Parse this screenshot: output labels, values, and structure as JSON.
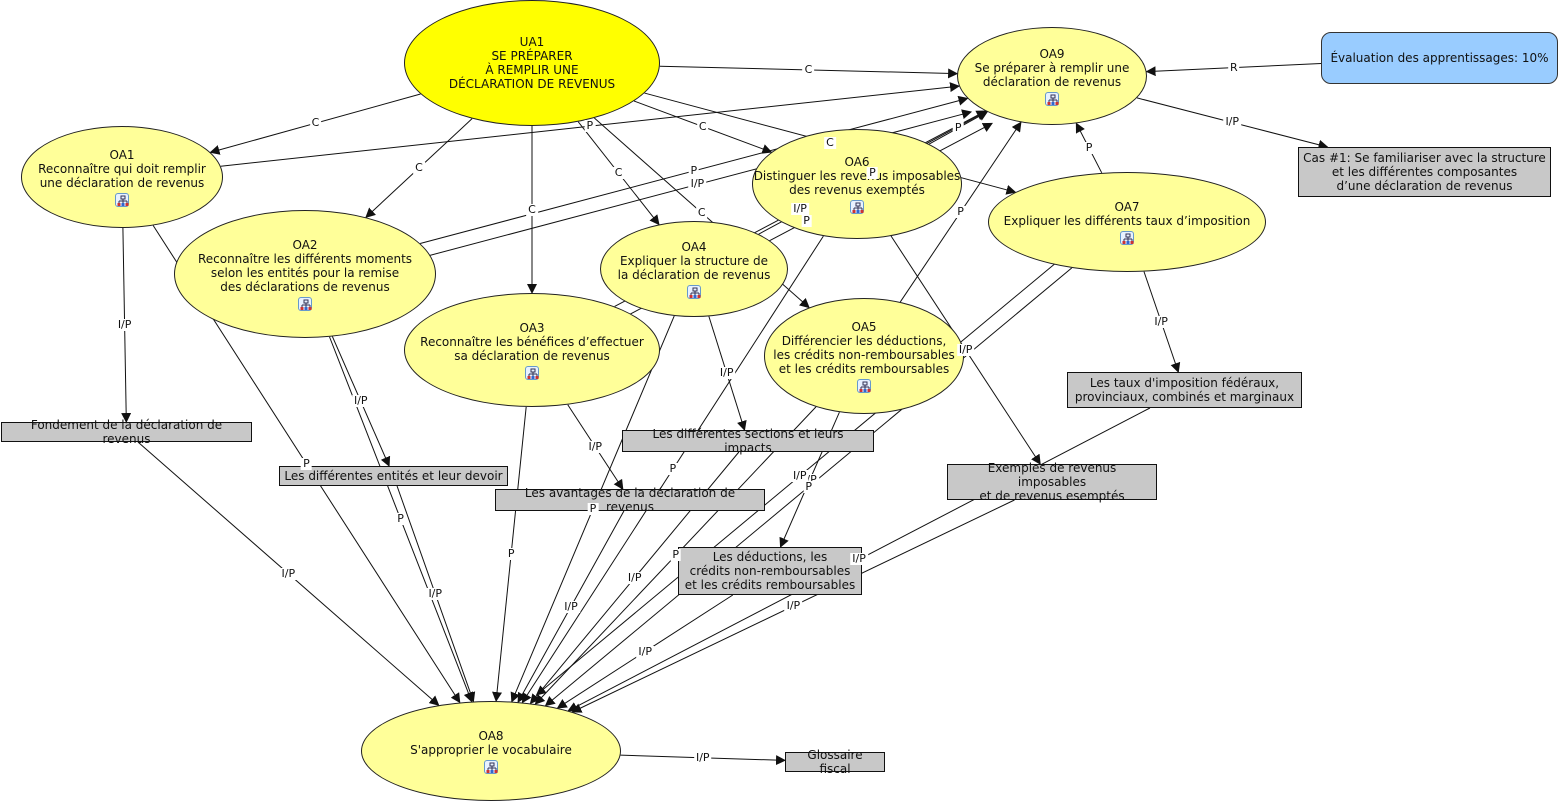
{
  "map": {
    "nodes": [
      {
        "id": "UA1",
        "kind": "root",
        "code": "UA1",
        "text": "SE PRÉPARER\nÀ REMPLIR UNE\nDÉCLARATION DE REVENUS",
        "submap": false
      },
      {
        "id": "OA9",
        "kind": "objective",
        "code": "OA9",
        "text": "Se préparer à remplir une\ndéclaration de revenus",
        "submap": true
      },
      {
        "id": "EVAL",
        "kind": "evaluation",
        "code": "",
        "text": "Évaluation des apprentissages: 10%",
        "submap": false
      },
      {
        "id": "CAS1",
        "kind": "resource",
        "code": "",
        "text": "Cas #1: Se familiariser avec la structure\net les différentes composantes\nd’une déclaration de revenus",
        "submap": false
      },
      {
        "id": "OA1",
        "kind": "objective",
        "code": "OA1",
        "text": "Reconnaître qui doit remplir\nune déclaration de revenus",
        "submap": true
      },
      {
        "id": "OA2",
        "kind": "objective",
        "code": "OA2",
        "text": "Reconnaître les différents moments\nselon les entités pour la remise\ndes déclarations de revenus",
        "submap": true
      },
      {
        "id": "OA3",
        "kind": "objective",
        "code": "OA3",
        "text": "Reconnaître les bénéfices d’effectuer\nsa déclaration de revenus",
        "submap": true
      },
      {
        "id": "OA4",
        "kind": "objective",
        "code": "OA4",
        "text": "Expliquer la structure de\nla déclaration de revenus",
        "submap": true
      },
      {
        "id": "OA5",
        "kind": "objective",
        "code": "OA5",
        "text": "Différencier les déductions,\nles crédits non-remboursables\net les crédits remboursables",
        "submap": true
      },
      {
        "id": "OA6",
        "kind": "objective",
        "code": "OA6",
        "text": "Distinguer les revenus imposables\ndes revenus exemptés",
        "submap": true
      },
      {
        "id": "OA7",
        "kind": "objective",
        "code": "OA7",
        "text": "Expliquer les différents taux d’imposition",
        "submap": true
      },
      {
        "id": "OA8",
        "kind": "objective",
        "code": "OA8",
        "text": "S'approprier le vocabulaire",
        "submap": true
      },
      {
        "id": "R_FOND",
        "kind": "resource",
        "code": "",
        "text": "Fondement de la déclaration de revenus",
        "submap": false
      },
      {
        "id": "R_ENT",
        "kind": "resource",
        "code": "",
        "text": "Les différentes entités et leur devoir",
        "submap": false
      },
      {
        "id": "R_AVA",
        "kind": "resource",
        "code": "",
        "text": "Les avantages de la déclaration de revenus",
        "submap": false
      },
      {
        "id": "R_SEC",
        "kind": "resource",
        "code": "",
        "text": "Les différentes sections et leurs impacts",
        "submap": false
      },
      {
        "id": "R_DED",
        "kind": "resource",
        "code": "",
        "text": "Les déductions, les\ncrédits non-remboursables\net les crédits remboursables",
        "submap": false
      },
      {
        "id": "R_EX",
        "kind": "resource",
        "code": "",
        "text": "Exemples de revenus imposables\net de revenus esemptés",
        "submap": false
      },
      {
        "id": "R_TAUX",
        "kind": "resource",
        "code": "",
        "text": "Les taux d'imposition fédéraux,\nprovinciaux, combinés et marginaux",
        "submap": false
      },
      {
        "id": "R_GLOS",
        "kind": "resource",
        "code": "",
        "text": "Glossaire fiscal",
        "submap": false
      }
    ],
    "links": [
      {
        "from": "UA1",
        "to": "OA9",
        "label": "C"
      },
      {
        "from": "UA1",
        "to": "OA1",
        "label": "C"
      },
      {
        "from": "UA1",
        "to": "OA2",
        "label": "C"
      },
      {
        "from": "UA1",
        "to": "OA3",
        "label": "C"
      },
      {
        "from": "UA1",
        "to": "OA4",
        "label": "C"
      },
      {
        "from": "UA1",
        "to": "OA5",
        "label": "C"
      },
      {
        "from": "UA1",
        "to": "OA6",
        "label": "C"
      },
      {
        "from": "UA1",
        "to": "OA7",
        "label": "C"
      },
      {
        "from": "EVAL",
        "to": "OA9",
        "label": "R"
      },
      {
        "from": "OA9",
        "to": "CAS1",
        "label": "I/P"
      },
      {
        "from": "OA1",
        "to": "OA9",
        "label": "P"
      },
      {
        "from": "OA2",
        "to": "OA9",
        "label": "P"
      },
      {
        "from": "OA2",
        "to": "OA9",
        "label": "I/P"
      },
      {
        "from": "OA3",
        "to": "OA9",
        "label": "I/P"
      },
      {
        "from": "OA3",
        "to": "OA9",
        "label": "P"
      },
      {
        "from": "OA4",
        "to": "OA9",
        "label": "P"
      },
      {
        "from": "OA5",
        "to": "OA9",
        "label": "P"
      },
      {
        "from": "OA6",
        "to": "OA9",
        "label": "P"
      },
      {
        "from": "OA7",
        "to": "OA9",
        "label": "P"
      },
      {
        "from": "OA1",
        "to": "R_FOND",
        "label": "I/P"
      },
      {
        "from": "OA2",
        "to": "R_ENT",
        "label": "I/P"
      },
      {
        "from": "OA3",
        "to": "R_AVA",
        "label": "I/P"
      },
      {
        "from": "OA4",
        "to": "R_SEC",
        "label": "I/P"
      },
      {
        "from": "OA5",
        "to": "R_DED",
        "label": "I/P"
      },
      {
        "from": "OA6",
        "to": "R_EX",
        "label": "I/P"
      },
      {
        "from": "OA7",
        "to": "R_TAUX",
        "label": "I/P"
      },
      {
        "from": "R_FOND",
        "to": "OA8",
        "label": "I/P"
      },
      {
        "from": "OA1",
        "to": "OA8",
        "label": "P"
      },
      {
        "from": "OA2",
        "to": "OA8",
        "label": "P"
      },
      {
        "from": "R_ENT",
        "to": "OA8",
        "label": "I/P"
      },
      {
        "from": "OA3",
        "to": "OA8",
        "label": "P"
      },
      {
        "from": "OA4",
        "to": "OA8",
        "label": "P"
      },
      {
        "from": "R_AVA",
        "to": "OA8",
        "label": "I/P"
      },
      {
        "from": "R_SEC",
        "to": "OA8",
        "label": "I/P"
      },
      {
        "from": "R_DED",
        "to": "OA8",
        "label": "I/P"
      },
      {
        "from": "OA5",
        "to": "OA8",
        "label": "P"
      },
      {
        "from": "OA6",
        "to": "OA8",
        "label": "P"
      },
      {
        "from": "R_EX",
        "to": "OA8",
        "label": "I/P"
      },
      {
        "from": "OA7",
        "to": "OA8",
        "label": "P"
      },
      {
        "from": "R_TAUX",
        "to": "OA8",
        "label": "I/P"
      },
      {
        "from": "OA7",
        "to": "OA8",
        "label": "I/P"
      },
      {
        "from": "OA8",
        "to": "R_GLOS",
        "label": "I/P"
      }
    ]
  },
  "colors": {
    "root_fill": "#ffff00",
    "objective_fill": "#ffff99",
    "resource_fill": "#c8c8c8",
    "evaluation_fill": "#99ccff",
    "line": "#111111"
  },
  "icons": {
    "submap": "concept-map-submap-icon"
  }
}
